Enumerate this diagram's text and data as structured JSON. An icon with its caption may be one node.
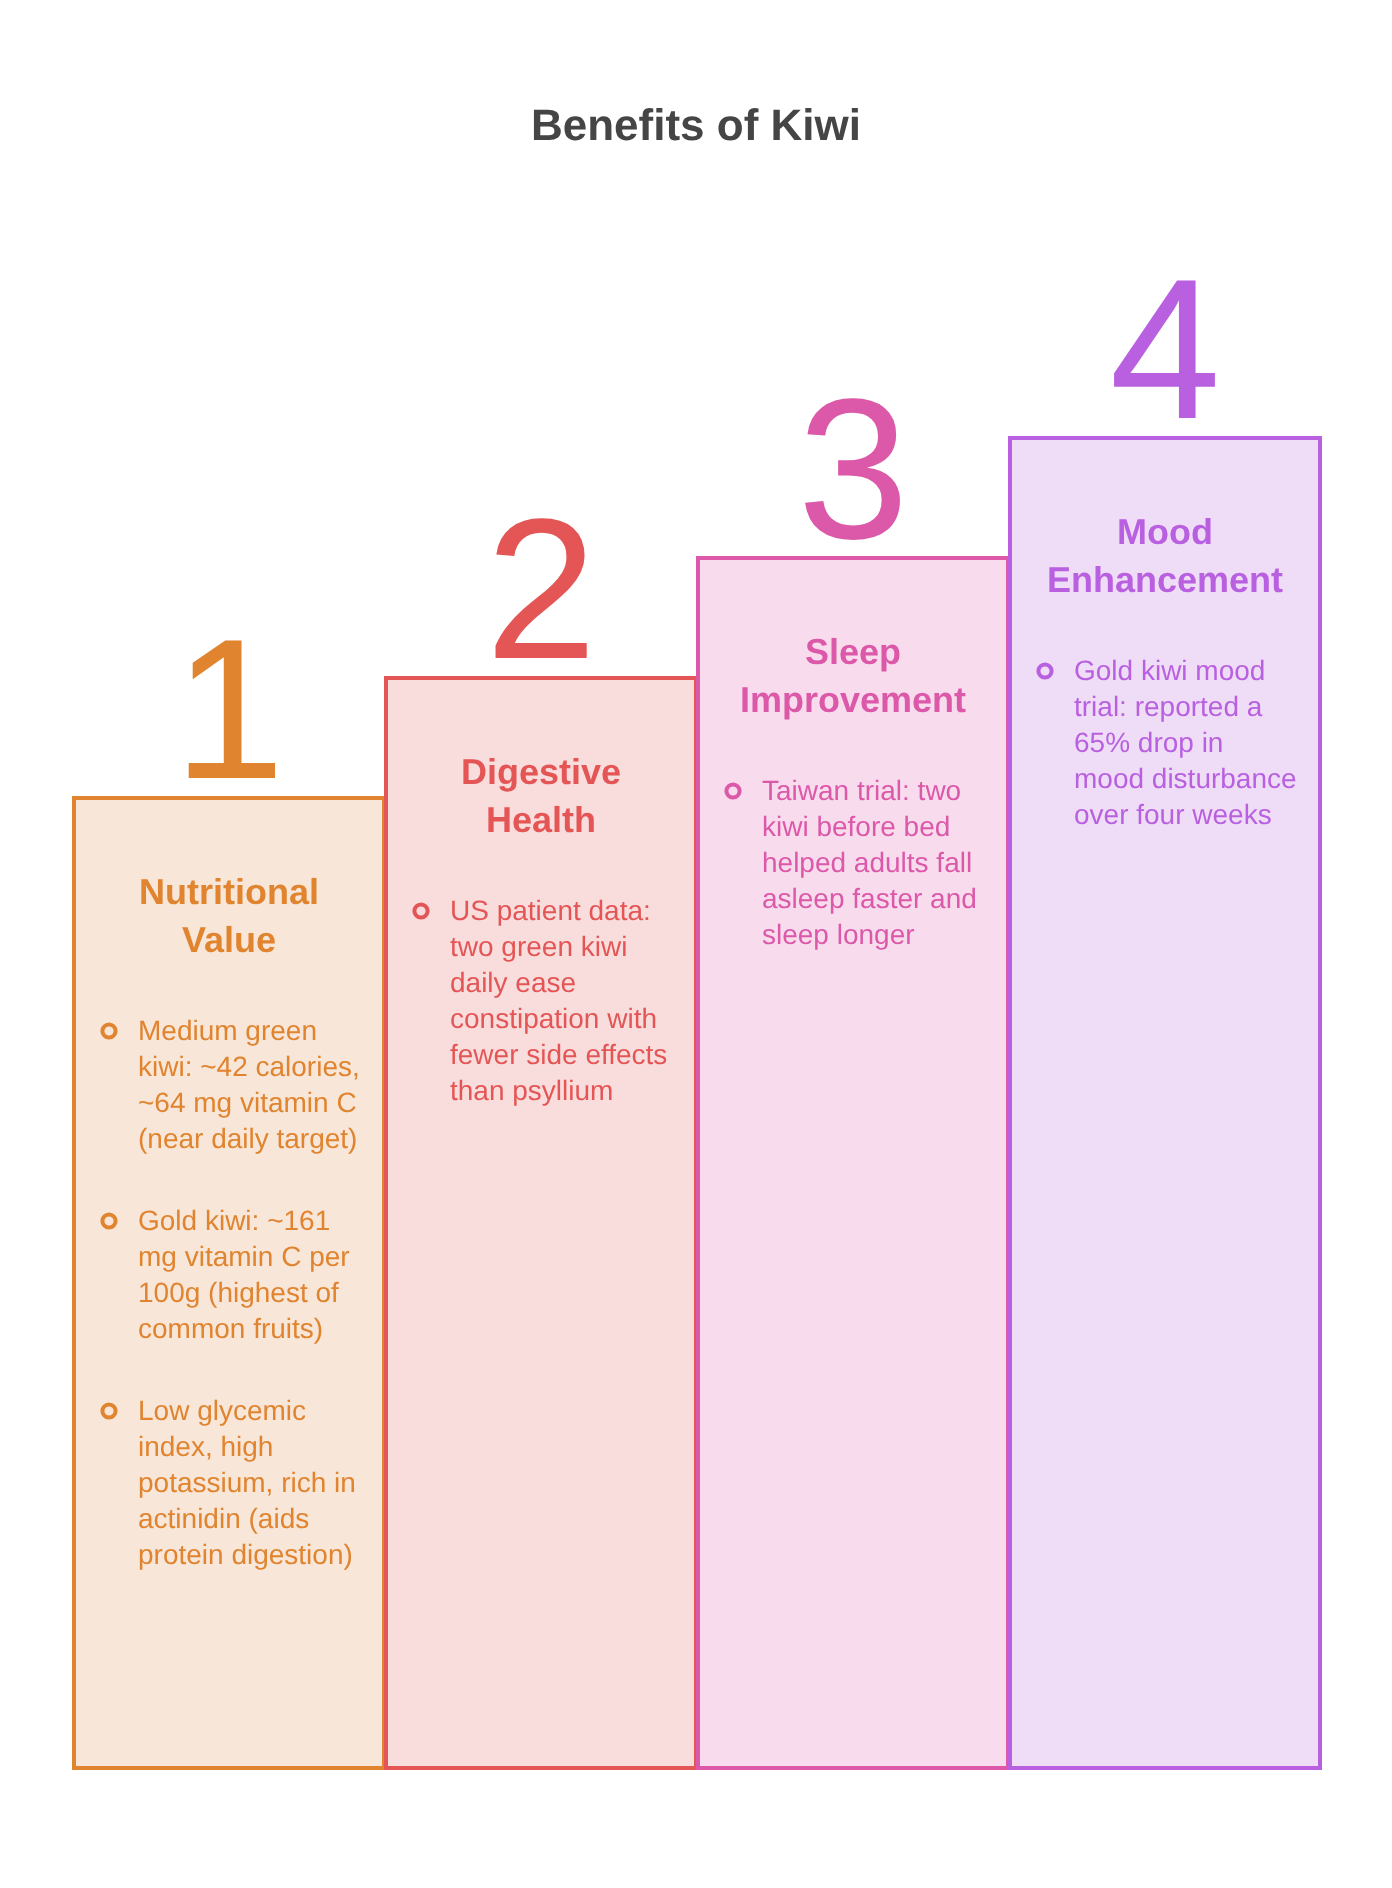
{
  "diagram": {
    "title": "Benefits of Kiwi",
    "nodes": [
      {
        "text": [
          "Nutritional Value",
          "Medium green kiwi: ~42 calories, ~64 mg vitamin C (near daily target)",
          "Gold kiwi: ~161 mg vitamin C per 100g (highest of common fruits)",
          "Low glycemic index, high potassium, rich in actinidin (aids protein digestion)"
        ],
        "beside": [
          "1"
        ]
      },
      {
        "text": [
          "Digestive Health",
          "US patient data: two green kiwi daily ease constipation with fewer side effects than psyllium"
        ],
        "beside": [
          "2"
        ]
      },
      {
        "text": [
          "Sleep Improvement",
          "Taiwan trial: two kiwi before bed helped adults fall asleep faster and sleep longer"
        ],
        "beside": [
          "3"
        ]
      },
      {
        "text": [
          "Mood Enhancement",
          "Gold kiwi mood trial: reported a 65% drop in mood disturbance over four weeks"
        ],
        "beside": [
          "4"
        ]
      }
    ]
  }
}
